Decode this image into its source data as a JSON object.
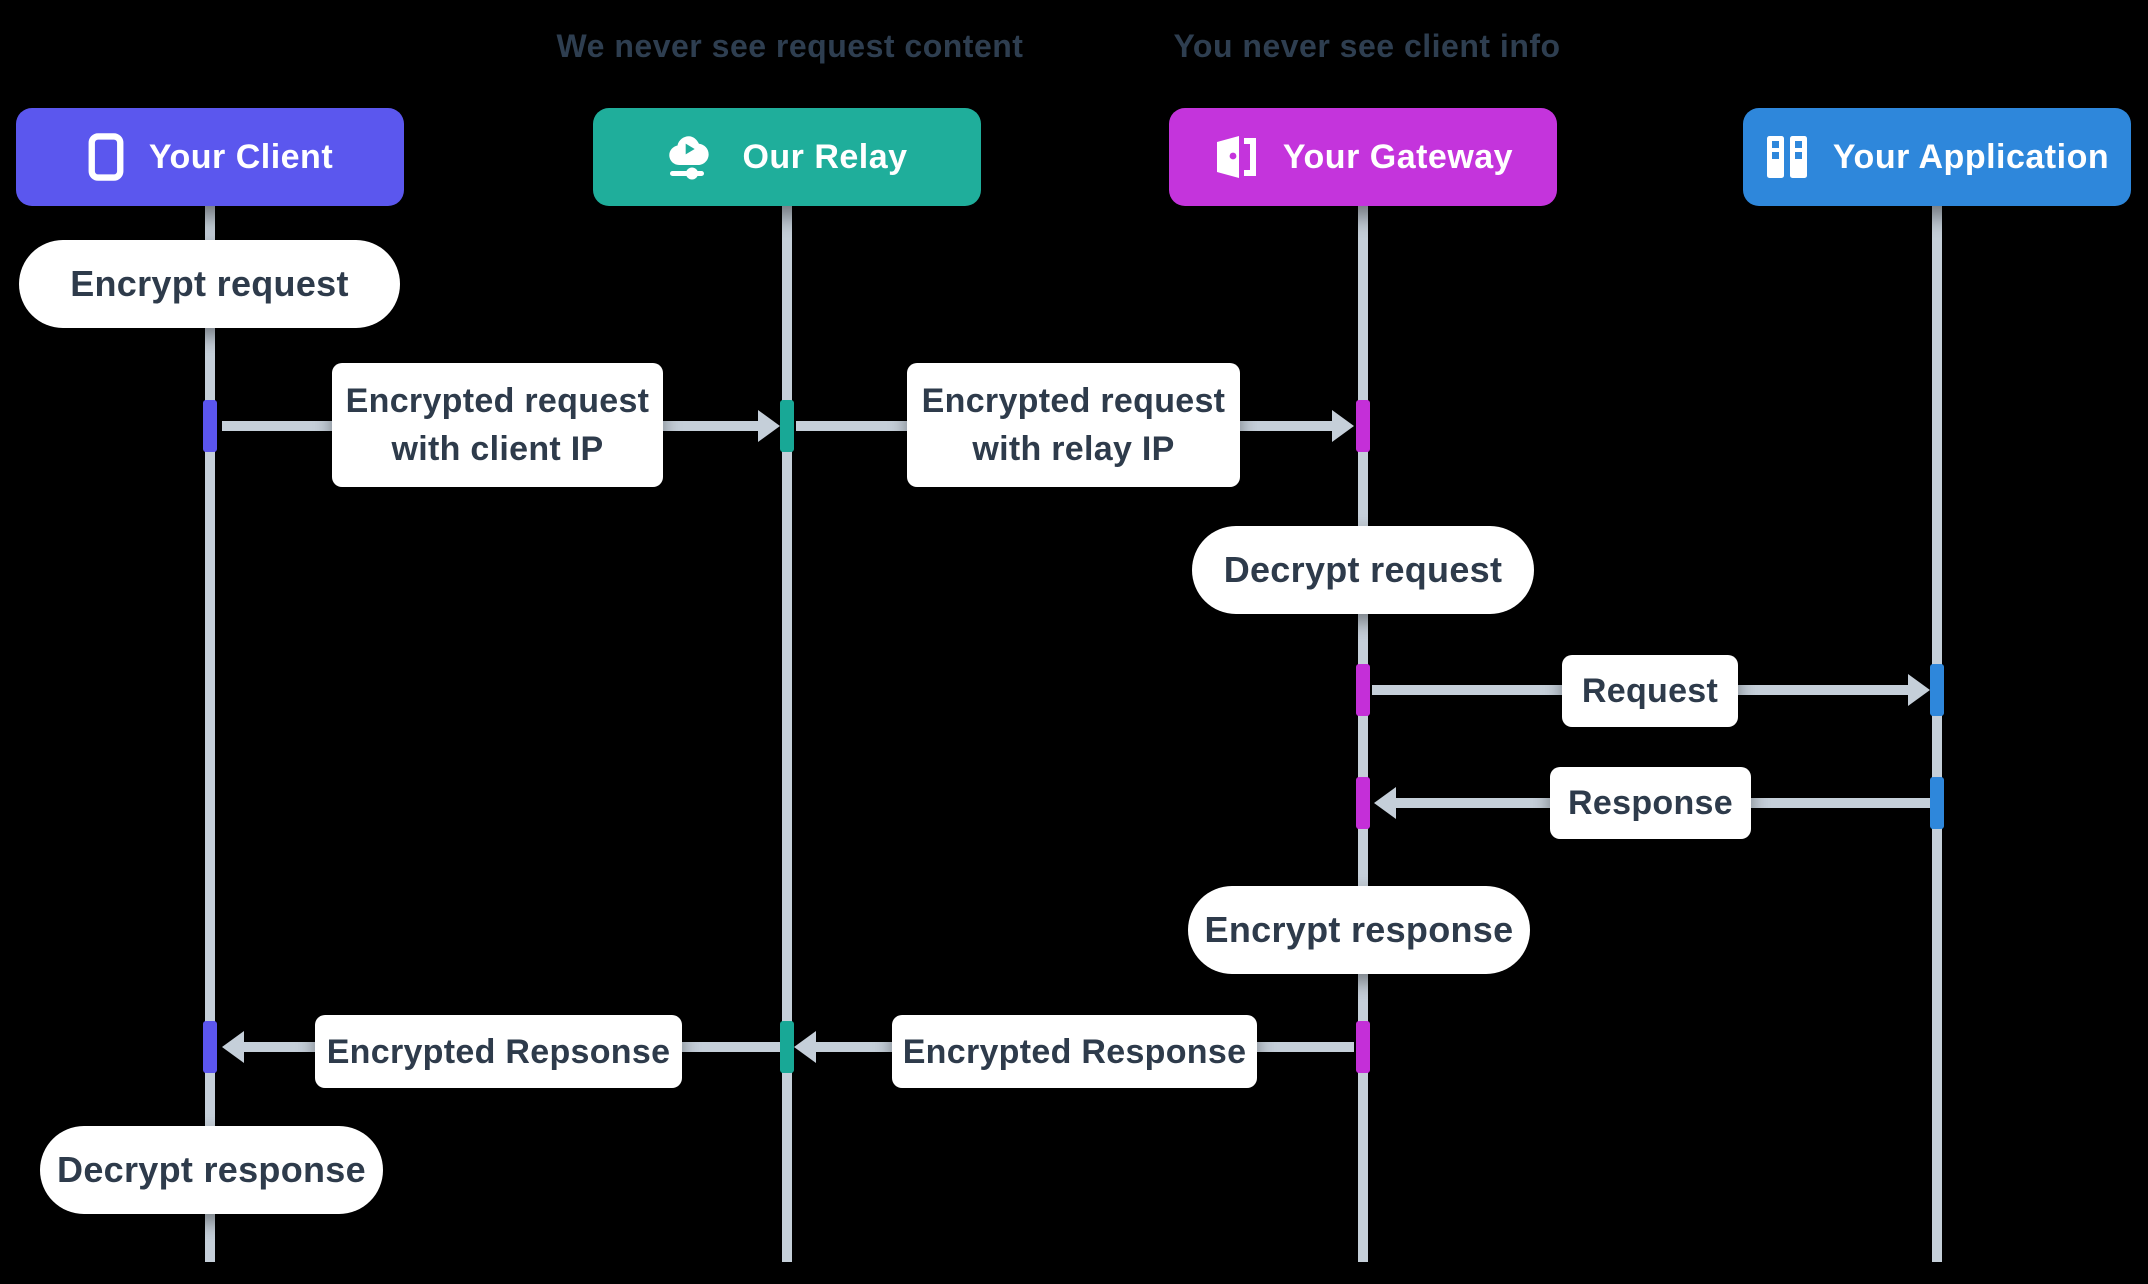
{
  "annotations": [
    {
      "text": "We never see request content"
    },
    {
      "text": "You never see client info"
    }
  ],
  "actors": [
    {
      "id": "client",
      "label": "Your Client",
      "icon": "smartphone-icon",
      "color": "#5B57EE"
    },
    {
      "id": "relay",
      "label": "Our Relay",
      "icon": "cloud-relay-icon",
      "color": "#1FAE9B"
    },
    {
      "id": "gateway",
      "label": "Your Gateway",
      "icon": "open-door-icon",
      "color": "#C434DC"
    },
    {
      "id": "application",
      "label": "Your Application",
      "icon": "server-towers-icon",
      "color": "#2E87DB"
    }
  ],
  "self_actions": [
    {
      "actor": "client",
      "label": "Encrypt request"
    },
    {
      "actor": "gateway",
      "label": "Decrypt request"
    },
    {
      "actor": "gateway",
      "label": "Encrypt response"
    },
    {
      "actor": "client",
      "label": "Decrypt response"
    }
  ],
  "messages": [
    {
      "from": "client",
      "to": "relay",
      "lines": [
        "Encrypted request",
        "with client IP"
      ]
    },
    {
      "from": "relay",
      "to": "gateway",
      "lines": [
        "Encrypted request",
        "with relay IP"
      ]
    },
    {
      "from": "gateway",
      "to": "application",
      "lines": [
        "Request"
      ]
    },
    {
      "from": "application",
      "to": "gateway",
      "lines": [
        "Response"
      ]
    },
    {
      "from": "relay",
      "to": "client",
      "lines": [
        "Encrypted Repsonse"
      ]
    },
    {
      "from": "gateway",
      "to": "relay",
      "lines": [
        "Encrypted Response"
      ]
    }
  ],
  "colors": {
    "background": "#000000",
    "client": "#5B57EE",
    "relay": "#1FAE9B",
    "gateway": "#C434DC",
    "application": "#2E87DB",
    "line_gray": "#C5CFD9",
    "box_background": "#FFFFFF",
    "text_dark": "#2E3B4B",
    "annotation_text": "#2E3E50"
  }
}
